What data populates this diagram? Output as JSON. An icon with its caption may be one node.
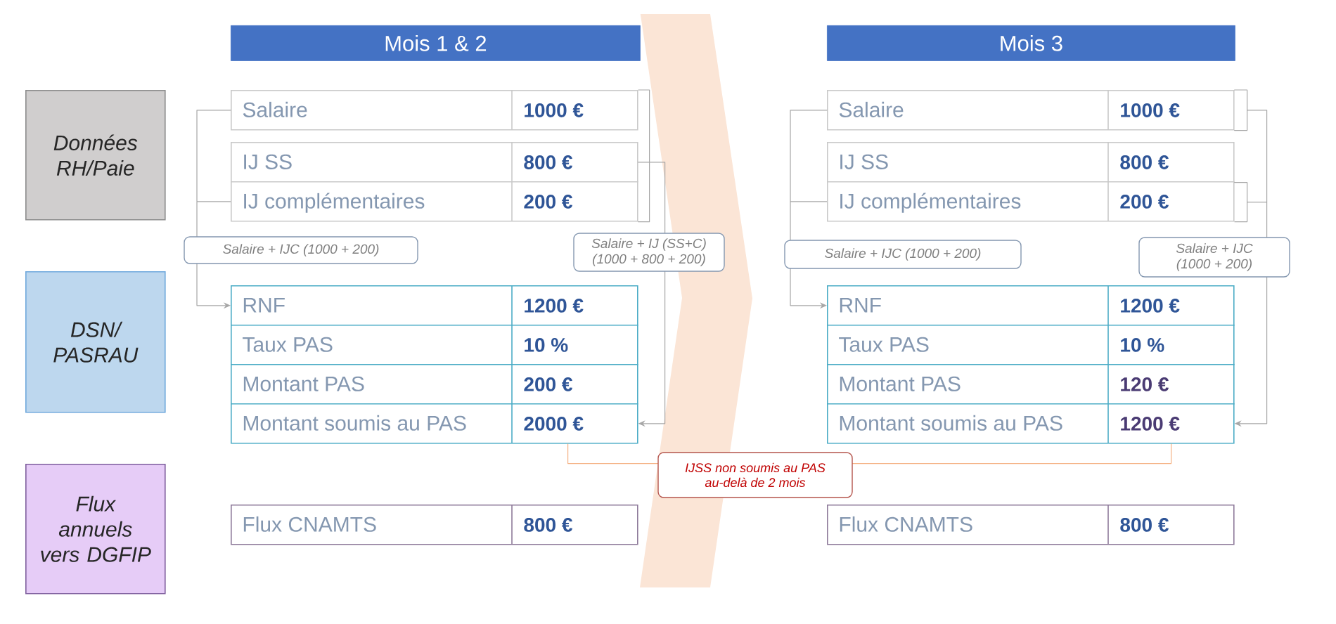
{
  "diagram": {
    "nodes": [
      {
        "text": [
          "Mois 1 & 2"
        ]
      },
      {
        "text": [
          "Mois 3"
        ]
      },
      {
        "text": [
          "Données RH/Paie"
        ]
      },
      {
        "text": [
          "Salaire",
          "1000 €"
        ]
      },
      {
        "text": [
          "IJ SS",
          "800 €"
        ]
      },
      {
        "text": [
          "IJ complémentaires",
          "200 €"
        ]
      },
      {
        "text": [
          "Salaire",
          "1000 €"
        ]
      },
      {
        "text": [
          "IJ SS",
          "800 €"
        ]
      },
      {
        "text": [
          "IJ complémentaires",
          "200 €"
        ]
      },
      {
        "text": [
          "DSN/ PASRAU"
        ]
      },
      {
        "text": [
          "RNF",
          "1200 €"
        ]
      },
      {
        "text": [
          "Taux PAS",
          "10 %"
        ]
      },
      {
        "text": [
          "Montant PAS",
          "200 €"
        ]
      },
      {
        "text": [
          "Montant soumis au PAS",
          "2000 €"
        ]
      },
      {
        "text": [
          "RNF",
          "1200 €"
        ]
      },
      {
        "text": [
          "Taux PAS",
          "10 %"
        ]
      },
      {
        "text": [
          "Montant PAS",
          "120 €"
        ]
      },
      {
        "text": [
          "Montant soumis au PAS",
          "1200 €"
        ]
      },
      {
        "text": [
          "Flux annuels vers DGFIP"
        ]
      },
      {
        "text": [
          "Flux CNAMTS",
          "800 €"
        ]
      },
      {
        "text": [
          "Flux CNAMTS",
          "800 €"
        ]
      }
    ],
    "edges": [
      {
        "from": 3,
        "to": 10,
        "arrow": "to",
        "label": "Salaire + IJC (1000 + 200)"
      },
      {
        "from": 5,
        "to": 10,
        "arrow": "to"
      },
      {
        "from": 3,
        "to": 13,
        "arrow": "to",
        "label": "Salaire + IJ (SS+C) (1000 + 800 + 200)"
      },
      {
        "from": 4,
        "to": 13,
        "arrow": "to"
      },
      {
        "from": 5,
        "to": 13,
        "arrow": "to"
      },
      {
        "from": 6,
        "to": 14,
        "arrow": "to",
        "label": "Salaire + IJC (1000 + 200)"
      },
      {
        "from": 8,
        "to": 14,
        "arrow": "to"
      },
      {
        "from": 6,
        "to": 17,
        "arrow": "to",
        "label": "Salaire + IJC (1000 + 200)"
      },
      {
        "from": 8,
        "to": 17,
        "arrow": "to"
      },
      {
        "from": 13,
        "to": 17,
        "arrow": "none",
        "color": "#f4b183",
        "label": "IJSS non soumis au PAS au-delà de 2 mois"
      },
      {
        "from": 0,
        "to": 1,
        "arrow": "to",
        "style": "thick",
        "color": "#fbe5d6"
      }
    ]
  }
}
